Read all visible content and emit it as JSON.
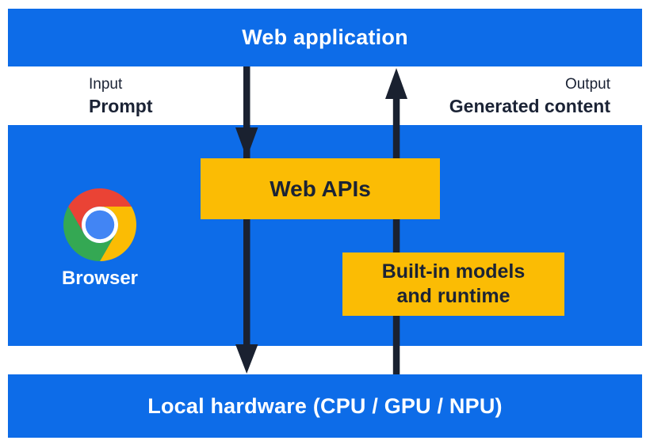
{
  "diagram": {
    "title_bar": "Web application",
    "input": {
      "label": "Input",
      "value": "Prompt"
    },
    "output": {
      "label": "Output",
      "value": "Generated content"
    },
    "browser": {
      "name": "Browser",
      "logo_icon": "chrome-logo"
    },
    "web_apis_box": "Web APIs",
    "models_box": {
      "line1": "Built-in models",
      "line2": "and runtime"
    },
    "hardware_bar": "Local hardware (CPU / GPU / NPU)",
    "flows": {
      "down_arrow": "input-prompt-flow-arrow",
      "up_arrow": "generated-content-flow-arrow"
    }
  },
  "colors": {
    "panel_blue": "#0d6ce8",
    "box_yellow": "#fbbc04",
    "ink_dark": "#1a2130",
    "text_white": "#ffffff",
    "chrome_red": "#ea4335",
    "chrome_yellow": "#fbbc04",
    "chrome_green": "#34a853",
    "chrome_blue": "#4285f4"
  }
}
